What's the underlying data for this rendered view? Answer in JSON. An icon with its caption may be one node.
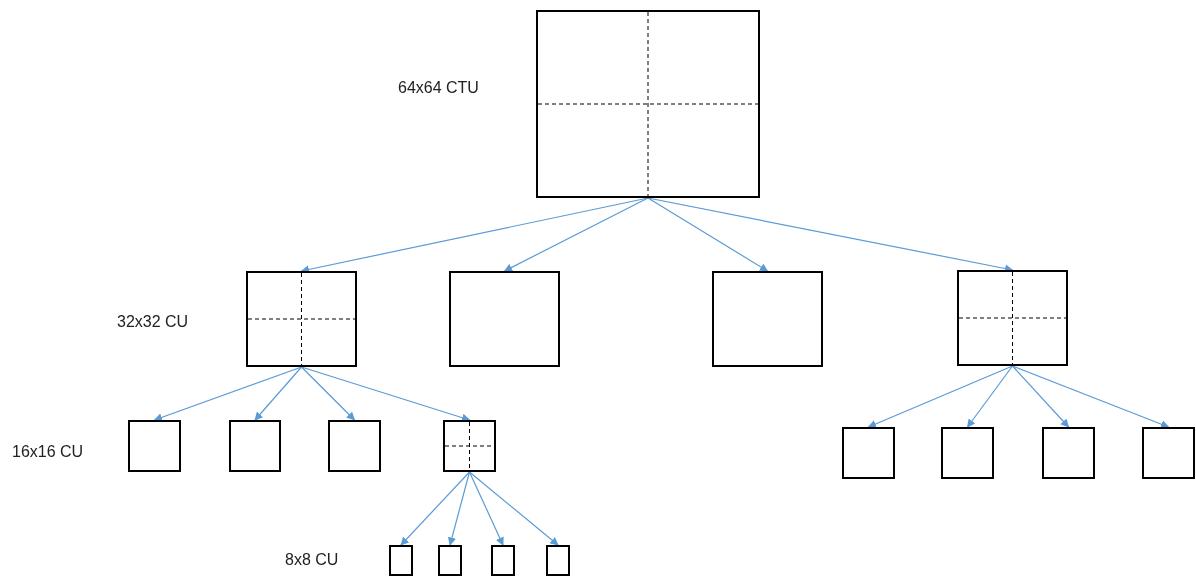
{
  "diagram": {
    "nodes": [
      {
        "text": [],
        "shape": "box",
        "beside": [
          "64x64 CTU"
        ]
      },
      {
        "text": [],
        "shape": "box",
        "beside": [
          "32x32 CU"
        ]
      },
      {
        "text": [],
        "shape": "box"
      },
      {
        "text": [],
        "shape": "box"
      },
      {
        "text": [],
        "shape": "box"
      },
      {
        "text": [],
        "shape": "box",
        "beside": [
          "16x16 CU"
        ]
      },
      {
        "text": [],
        "shape": "box"
      },
      {
        "text": [],
        "shape": "box"
      },
      {
        "text": [],
        "shape": "box"
      },
      {
        "text": [],
        "shape": "box"
      },
      {
        "text": [],
        "shape": "box"
      },
      {
        "text": [],
        "shape": "box"
      },
      {
        "text": [],
        "shape": "box"
      },
      {
        "text": [],
        "shape": "box",
        "beside": [
          "8x8 CU"
        ]
      },
      {
        "text": [],
        "shape": "box"
      },
      {
        "text": [],
        "shape": "box"
      },
      {
        "text": [],
        "shape": "box"
      }
    ],
    "edges": [
      {
        "from": 0,
        "to": 1,
        "arrow": "to"
      },
      {
        "from": 0,
        "to": 2,
        "arrow": "to"
      },
      {
        "from": 0,
        "to": 3,
        "arrow": "to"
      },
      {
        "from": 0,
        "to": 4,
        "arrow": "to"
      },
      {
        "from": 1,
        "to": 5,
        "arrow": "to"
      },
      {
        "from": 1,
        "to": 6,
        "arrow": "to"
      },
      {
        "from": 1,
        "to": 7,
        "arrow": "to"
      },
      {
        "from": 1,
        "to": 8,
        "arrow": "to"
      },
      {
        "from": 4,
        "to": 9,
        "arrow": "to"
      },
      {
        "from": 4,
        "to": 10,
        "arrow": "to"
      },
      {
        "from": 4,
        "to": 11,
        "arrow": "to"
      },
      {
        "from": 4,
        "to": 12,
        "arrow": "to"
      },
      {
        "from": 8,
        "to": 13,
        "arrow": "to"
      },
      {
        "from": 8,
        "to": 14,
        "arrow": "to"
      },
      {
        "from": 8,
        "to": 15,
        "arrow": "to"
      },
      {
        "from": 8,
        "to": 16,
        "arrow": "to"
      }
    ]
  }
}
